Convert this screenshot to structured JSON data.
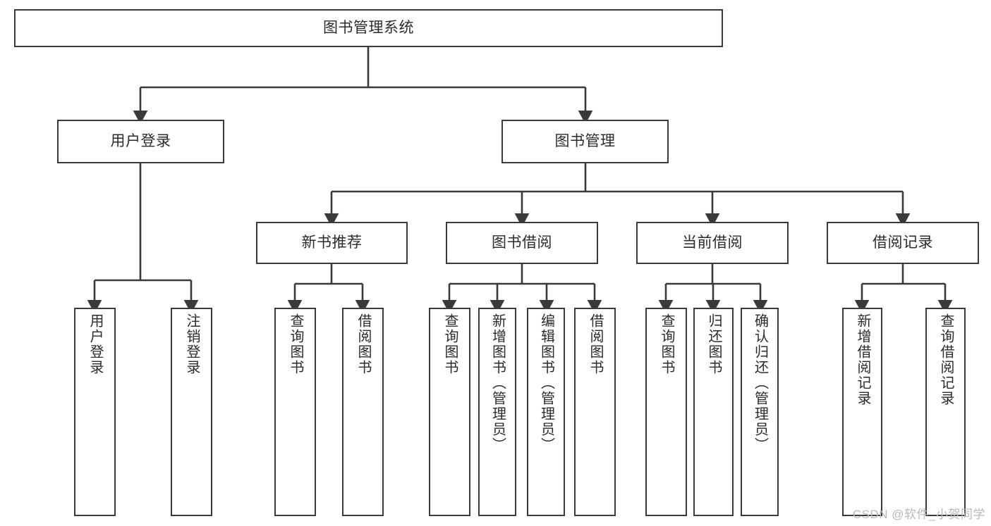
{
  "diagram": {
    "title": "图书管理系统",
    "watermark": "CSDN @软件_小贺同学",
    "colors": {
      "stroke": "#3a3a3a",
      "text": "#2b2b2b",
      "background": "#ffffff",
      "watermark": "#b9b9b9"
    },
    "nodes": {
      "root": {
        "label": "图书管理系统"
      },
      "level2": [
        {
          "label": "用户登录"
        },
        {
          "label": "图书管理"
        }
      ],
      "level3": [
        {
          "label": "新书推荐"
        },
        {
          "label": "图书借阅"
        },
        {
          "label": "当前借阅"
        },
        {
          "label": "借阅记录"
        }
      ],
      "leaves": {
        "user_login": [
          {
            "label": "用户登录"
          },
          {
            "label": "注销登录"
          }
        ],
        "new_book_recommend": [
          {
            "label": "查询图书"
          },
          {
            "label": "借阅图书"
          }
        ],
        "book_borrow": [
          {
            "label": "查询图书"
          },
          {
            "label": "新增图书（管理员）"
          },
          {
            "label": "编辑图书（管理员）"
          },
          {
            "label": "借阅图书"
          }
        ],
        "current_borrow": [
          {
            "label": "查询图书"
          },
          {
            "label": "归还图书"
          },
          {
            "label": "确认归还（管理员）"
          }
        ],
        "borrow_record": [
          {
            "label": "新增借阅记录"
          },
          {
            "label": "查询借阅记录"
          }
        ]
      }
    }
  }
}
